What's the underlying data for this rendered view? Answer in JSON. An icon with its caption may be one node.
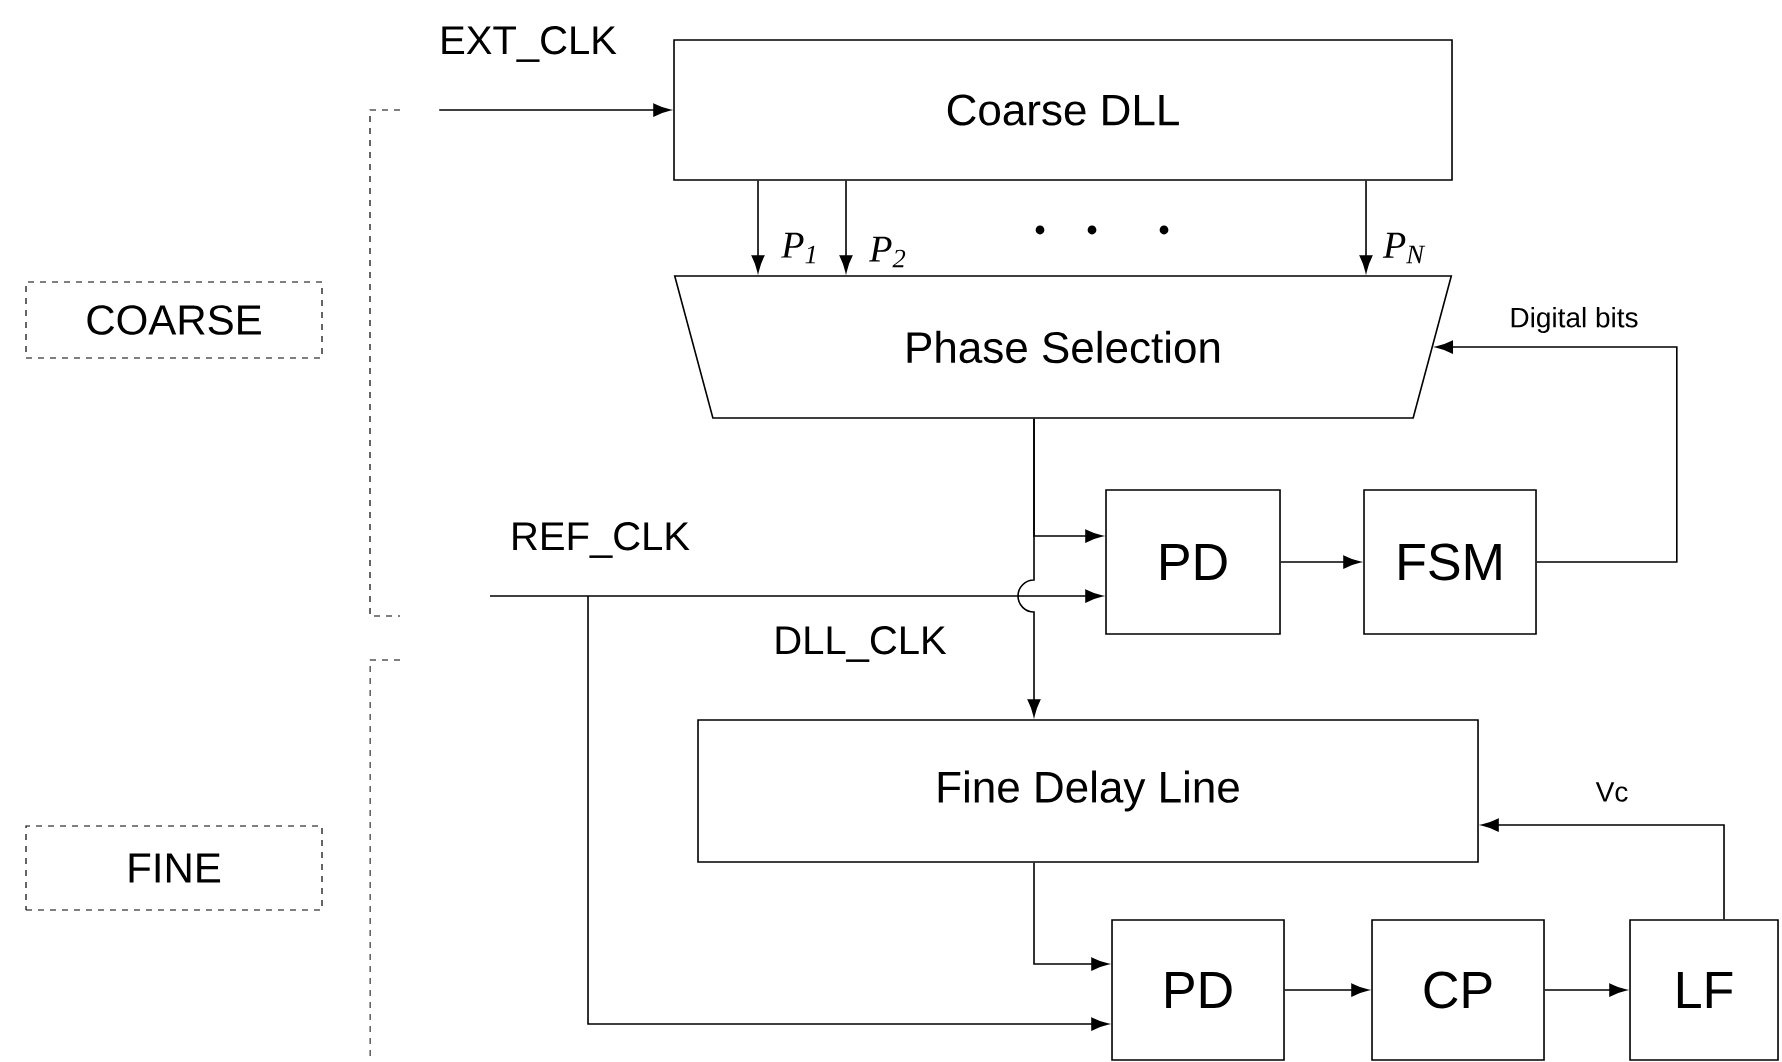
{
  "diagram": {
    "nodes": [
      {
        "text": [
          "Coarse DLL"
        ]
      },
      {
        "text": [
          "Phase Selection"
        ]
      },
      {
        "text": [
          "PD"
        ]
      },
      {
        "text": [
          "FSM"
        ]
      },
      {
        "text": [
          "Fine Delay Line"
        ]
      },
      {
        "text": [
          "PD"
        ]
      },
      {
        "text": [
          "CP"
        ]
      },
      {
        "text": [
          "LF"
        ]
      },
      {
        "text": [
          "COARSE"
        ]
      },
      {
        "text": [
          "FINE"
        ]
      }
    ],
    "edges": [
      {
        "from": null,
        "to": 0,
        "arrow": "to",
        "label": "EXT_CLK"
      },
      {
        "from": 0,
        "to": 1,
        "arrow": "to",
        "label": "P$_{1}$"
      },
      {
        "from": 0,
        "to": 1,
        "arrow": "to",
        "label": "P$_{2}$"
      },
      {
        "from": 0,
        "to": 1,
        "arrow": "to",
        "label": "P$_{N}$"
      },
      {
        "from": 1,
        "to": 2,
        "arrow": "to"
      },
      {
        "from": 1,
        "to": 4,
        "arrow": "to",
        "label": "DLL_CLK"
      },
      {
        "from": null,
        "to": 2,
        "arrow": "to",
        "label": "REF_CLK"
      },
      {
        "from": null,
        "to": 5,
        "arrow": "to"
      },
      {
        "from": 2,
        "to": 3,
        "arrow": "to"
      },
      {
        "from": 3,
        "to": 1,
        "arrow": "to",
        "label": "Digital bits"
      },
      {
        "from": 4,
        "to": 5,
        "arrow": "to"
      },
      {
        "from": 5,
        "to": 6,
        "arrow": "to"
      },
      {
        "from": 6,
        "to": 7,
        "arrow": "to"
      },
      {
        "from": 7,
        "to": 4,
        "arrow": "to",
        "label": "Vc"
      }
    ]
  }
}
